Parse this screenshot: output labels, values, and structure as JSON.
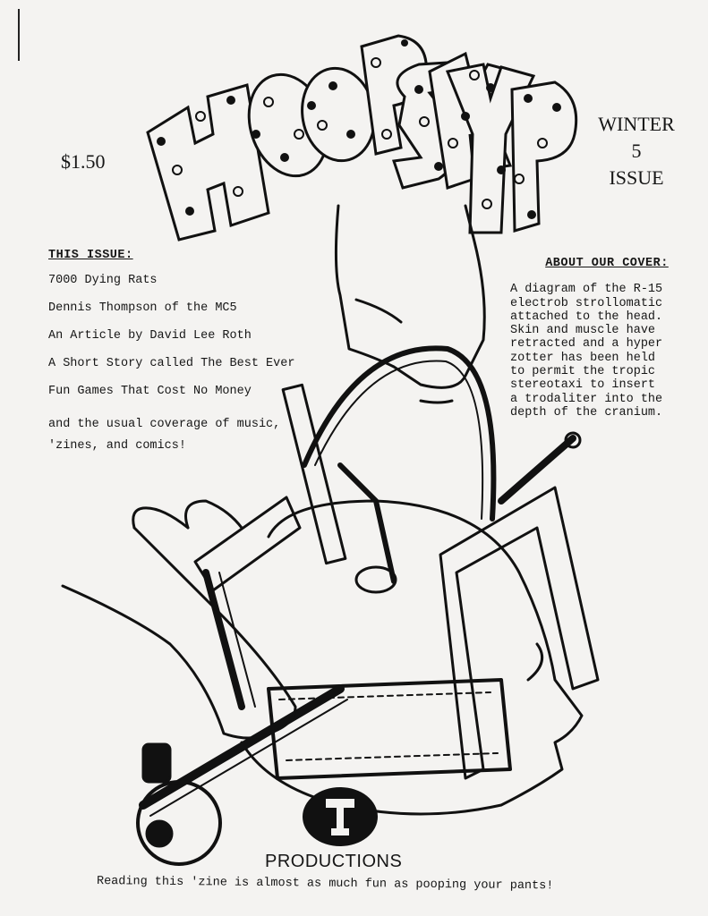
{
  "masthead": {
    "title": "HOOPSKYP"
  },
  "price": "$1.50",
  "issue": {
    "season": "WINTER",
    "number": "5",
    "label": "ISSUE"
  },
  "contents": {
    "heading": "THIS ISSUE:",
    "items": [
      "7000 Dying Rats",
      "Dennis Thompson of the MC5",
      "An Article by David Lee Roth",
      "A Short Story called The Best Ever",
      "Fun Games That Cost No Money",
      "and the usual coverage of music,",
      "'zines, and comics!"
    ]
  },
  "cover_note": {
    "heading": "ABOUT OUR COVER:",
    "lines": [
      "A diagram of the R-15",
      "electrob strollomatic",
      "attached to the head.",
      "Skin and muscle have",
      "retracted and a hyper",
      "zotter has been held",
      "to permit the tropic",
      "stereotaxi to insert",
      "a trodaliter into the",
      "depth of the cranium."
    ]
  },
  "footer": {
    "productions": "PRODUCTIONS",
    "tagline": "Reading this 'zine is almost as much fun as pooping your pants!"
  },
  "icons": {
    "title_art": "hand-lettered-dotted-title",
    "illustration": "stereotaxic-head-frame-illustration",
    "logo": "hammer-logo"
  }
}
